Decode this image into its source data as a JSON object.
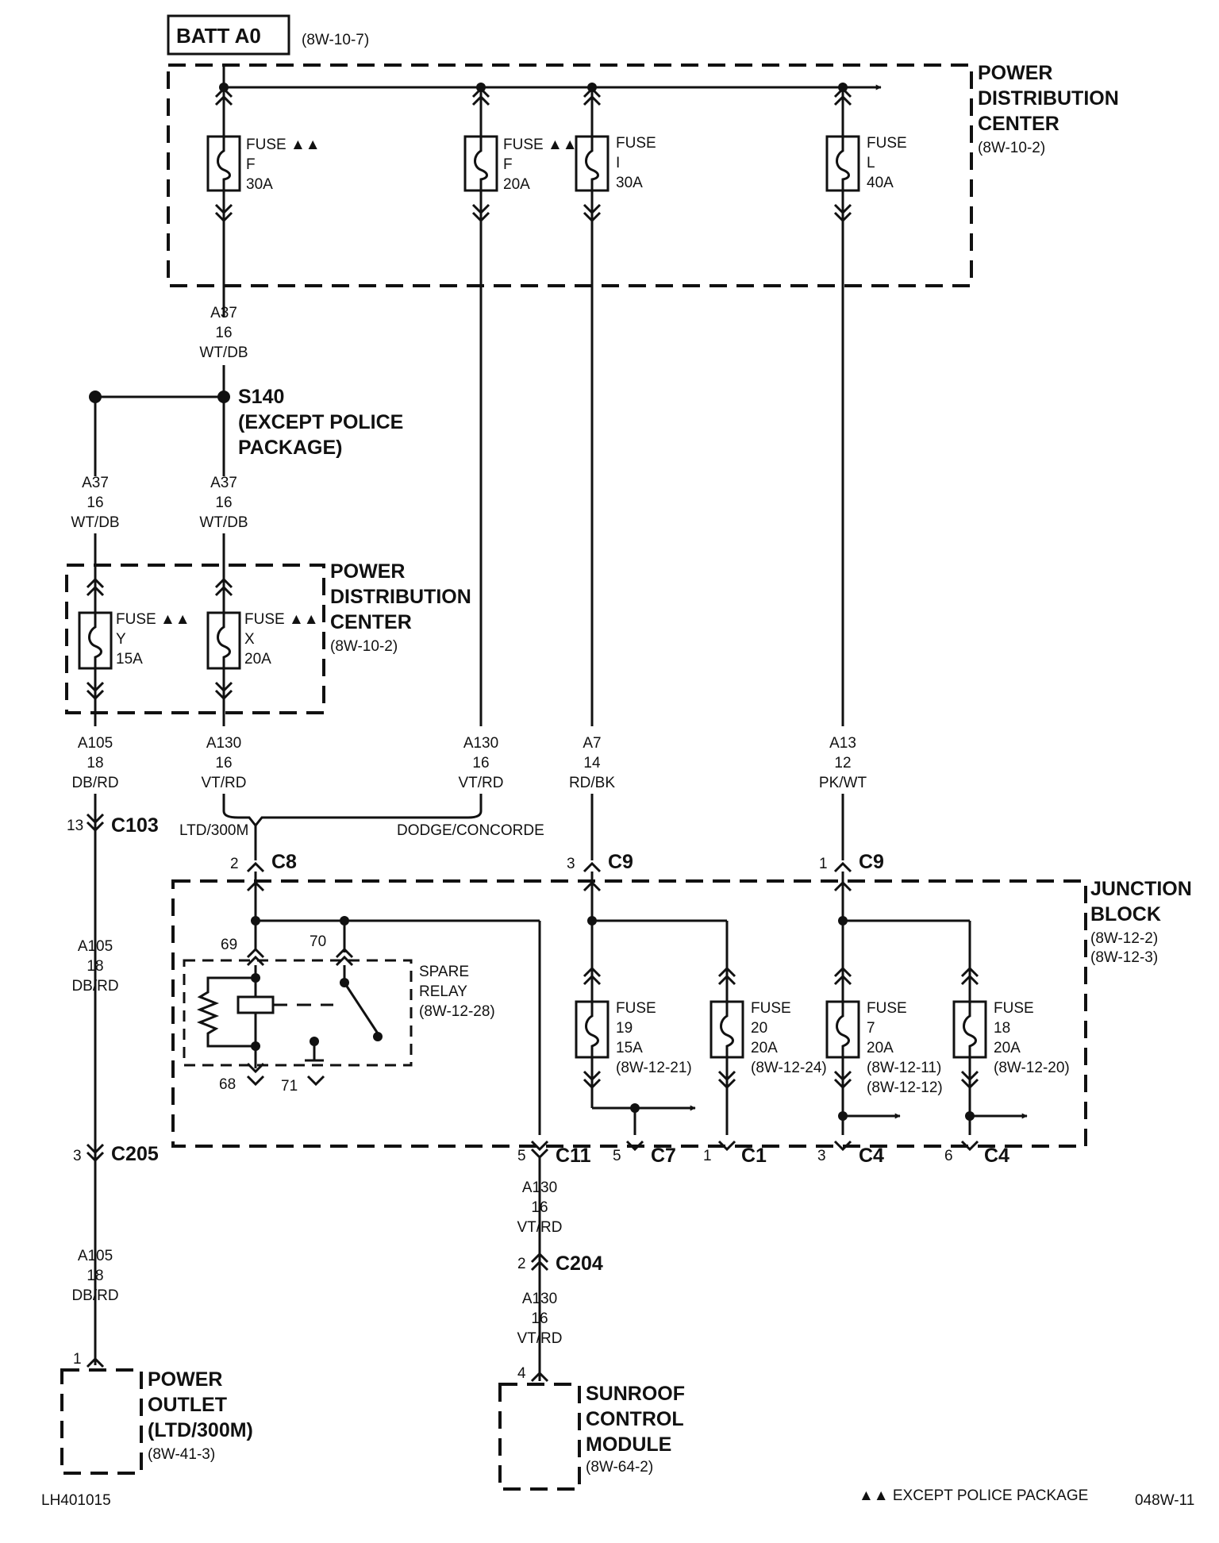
{
  "source": {
    "label": "BATT A0",
    "ref": "(8W-10-7)"
  },
  "pdc_main": {
    "title_lines": [
      "POWER",
      "DISTRIBUTION",
      "CENTER"
    ],
    "ref": "(8W-10-2)"
  },
  "pdc_secondary": {
    "title_lines": [
      "POWER",
      "DISTRIBUTION",
      "CENTER"
    ],
    "ref": "(8W-10-2)"
  },
  "junction_block": {
    "title_lines": [
      "JUNCTION",
      "BLOCK"
    ],
    "refs": [
      "(8W-12-2)",
      "(8W-12-3)"
    ]
  },
  "fuses": {
    "pdc_f30": {
      "lines": [
        "FUSE ▲▲",
        "F",
        "30A"
      ]
    },
    "pdc_f20": {
      "lines": [
        "FUSE ▲▲",
        "F",
        "20A"
      ]
    },
    "pdc_i30": {
      "lines": [
        "FUSE",
        "I",
        "30A"
      ]
    },
    "pdc_l40": {
      "lines": [
        "FUSE",
        "L",
        "40A"
      ]
    },
    "pdc_y15": {
      "lines": [
        "FUSE ▲▲",
        "Y",
        "15A"
      ]
    },
    "pdc_x20": {
      "lines": [
        "FUSE ▲▲",
        "X",
        "20A"
      ]
    },
    "jb_19": {
      "lines": [
        "FUSE",
        "19",
        "15A",
        "(8W-12-21)"
      ]
    },
    "jb_20": {
      "lines": [
        "FUSE",
        "20",
        "20A",
        "(8W-12-24)"
      ]
    },
    "jb_7": {
      "lines": [
        "FUSE",
        "7",
        "20A",
        "(8W-12-11)",
        "(8W-12-12)"
      ]
    },
    "jb_18": {
      "lines": [
        "FUSE",
        "18",
        "20A",
        "(8W-12-20)"
      ]
    }
  },
  "wires": {
    "a37_main": [
      "A37",
      "16",
      "WT/DB"
    ],
    "a37_left": [
      "A37",
      "16",
      "WT/DB"
    ],
    "a37_right": [
      "A37",
      "16",
      "WT/DB"
    ],
    "a105_top": [
      "A105",
      "18",
      "DB/RD"
    ],
    "a130_ltd": [
      "A130",
      "16",
      "VT/RD"
    ],
    "a130_dodge": [
      "A130",
      "16",
      "VT/RD"
    ],
    "a7": [
      "A7",
      "14",
      "RD/BK"
    ],
    "a13": [
      "A13",
      "12",
      "PK/WT"
    ],
    "a105_mid": [
      "A105",
      "18",
      "DB/RD"
    ],
    "a105_low": [
      "A105",
      "18",
      "DB/RD"
    ],
    "a130_c11": [
      "A130",
      "16",
      "VT/RD"
    ],
    "a130_c204": [
      "A130",
      "16",
      "VT/RD"
    ]
  },
  "splice": {
    "label": "S140",
    "note_lines": [
      "(EXCEPT POLICE",
      "PACKAGE)"
    ]
  },
  "options": {
    "ltd": "LTD/300M",
    "dodge": "DODGE/CONCORDE"
  },
  "connectors": {
    "c103": {
      "pin": "13",
      "name": "C103"
    },
    "c8": {
      "pin": "2",
      "name": "C8"
    },
    "c9a": {
      "pin": "3",
      "name": "C9"
    },
    "c9b": {
      "pin": "1",
      "name": "C9"
    },
    "c205": {
      "pin": "3",
      "name": "C205"
    },
    "c11": {
      "pin": "5",
      "name": "C11"
    },
    "c7": {
      "pin": "5",
      "name": "C7"
    },
    "c1": {
      "pin": "1",
      "name": "C1"
    },
    "c4a": {
      "pin": "3",
      "name": "C4"
    },
    "c4b": {
      "pin": "6",
      "name": "C4"
    },
    "c204": {
      "pin": "2",
      "name": "C204"
    },
    "power_outlet_pin": {
      "pin": "1"
    },
    "sunroof_pin": {
      "pin": "4"
    }
  },
  "relay": {
    "label_lines": [
      "SPARE",
      "RELAY",
      "(8W-12-28)"
    ],
    "pins": [
      "69",
      "70",
      "68",
      "71"
    ]
  },
  "power_outlet": {
    "title_lines": [
      "POWER",
      "OUTLET",
      "(LTD/300M)"
    ],
    "ref": "(8W-41-3)"
  },
  "sunroof": {
    "title_lines": [
      "SUNROOF",
      "CONTROL",
      "MODULE"
    ],
    "ref": "(8W-64-2)"
  },
  "footer": {
    "left": "LH401015",
    "note": "▲▲ EXCEPT POLICE PACKAGE",
    "right": "048W-11"
  }
}
